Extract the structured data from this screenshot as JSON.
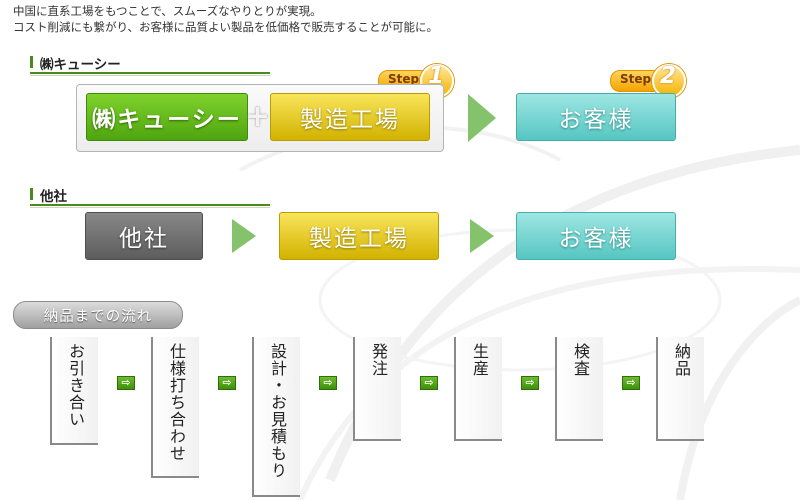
{
  "intro": {
    "line1": "中国に直系工場をもつことで、スムーズなやりとりが実現。",
    "line2": "コスト削減にも繋がり、お客様に品質よい製品を低価格で販売することが可能に。"
  },
  "section_kyucy": {
    "title": "㈱キューシー",
    "company_tile": "㈱キューシー",
    "plus_symbol": "+",
    "factory_tile": "製造工場",
    "customer_tile": "お客様",
    "step1": {
      "label": "Step",
      "number": "1"
    },
    "step2": {
      "label": "Step",
      "number": "2"
    }
  },
  "section_other": {
    "title": "他社",
    "company_tile": "他社",
    "factory_tile": "製造工場",
    "customer_tile": "お客様"
  },
  "flow": {
    "title": "納品までの流れ",
    "steps": [
      "お引き合い",
      "仕様打ち合わせ",
      "設計・お見積もり",
      "発注",
      "生産",
      "検査",
      "納品"
    ],
    "arrow_glyph": "⇨"
  },
  "colors": {
    "accent_green": "#4d8a1c",
    "company_green": "#5cb51a",
    "factory_yellow": "#e2c61a",
    "customer_teal": "#6ccfcb",
    "other_gray": "#6b6b6b",
    "step_orange": "#f2a400",
    "arrow_green": "#84c26b"
  }
}
